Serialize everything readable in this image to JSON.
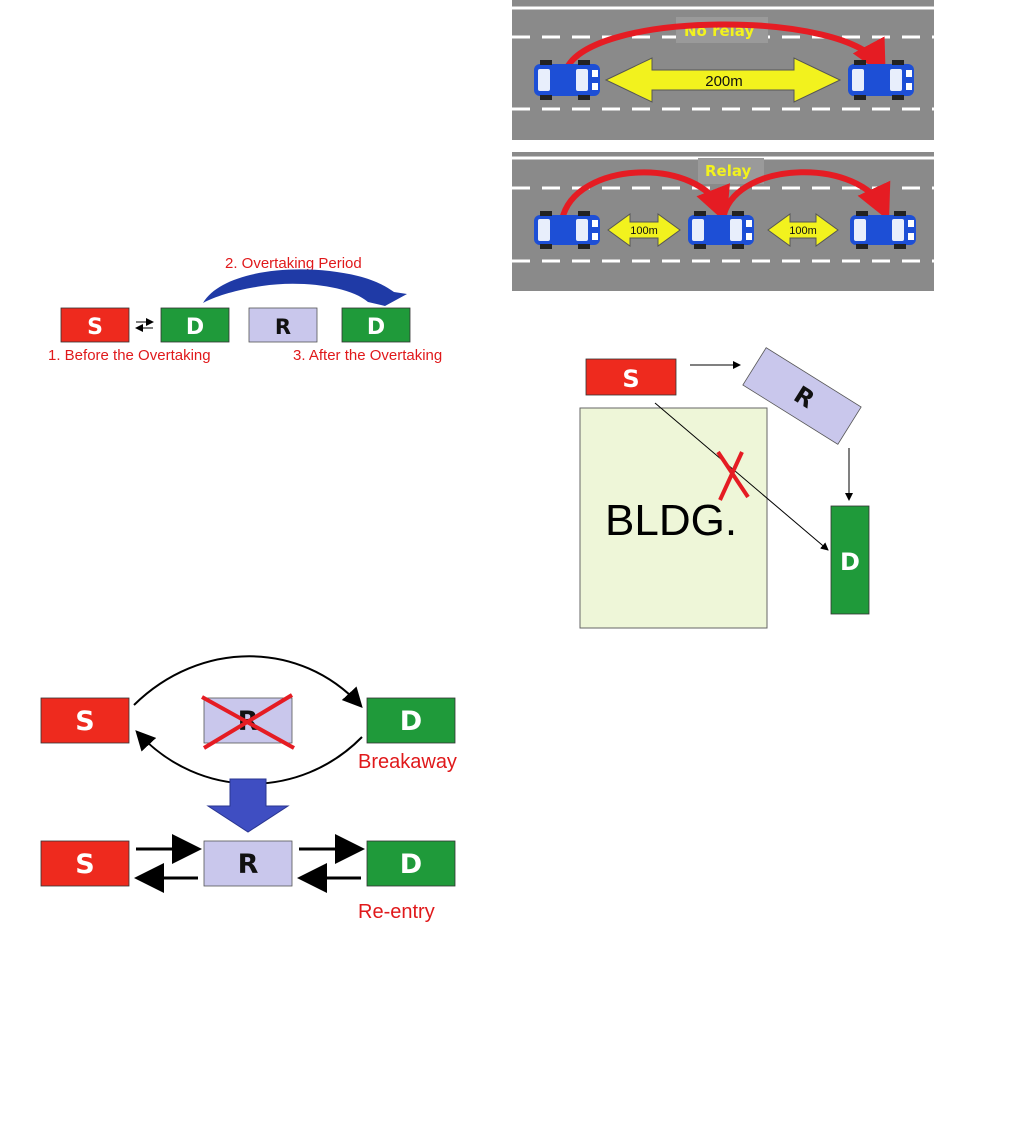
{
  "colors": {
    "source": "#ee2a1e",
    "destination": "#1f9a3a",
    "relay": "#c9c7ec",
    "red_text": "#e0191b",
    "road": "#8a8a8a",
    "car": "#1d4fd6",
    "arrow_yellow": "#f2f21e",
    "arc_red": "#e51c23",
    "arc_blue": "#1f3aa6",
    "building": "#eef6d8"
  },
  "figure_overtaking": {
    "source": "S",
    "destination_before": "D",
    "relay": "R",
    "destination_after": "D",
    "period_label": "2. Overtaking Period",
    "before_label": "1. Before the Overtaking",
    "after_label": "3. After the Overtaking"
  },
  "figure_highway": {
    "top_label": "No relay",
    "top_distance": "200m",
    "bottom_label": "Relay",
    "bottom_distance_left": "100m",
    "bottom_distance_right": "100m"
  },
  "figure_building": {
    "source": "S",
    "relay": "R",
    "destination": "D",
    "obstacle": "BLDG."
  },
  "figure_breakaway": {
    "source_top": "S",
    "relay_top": "R",
    "destination_top": "D",
    "breakaway_label": "Breakaway",
    "source_bottom": "S",
    "relay_bottom": "R",
    "destination_bottom": "D",
    "reentry_label": "Re-entry"
  }
}
